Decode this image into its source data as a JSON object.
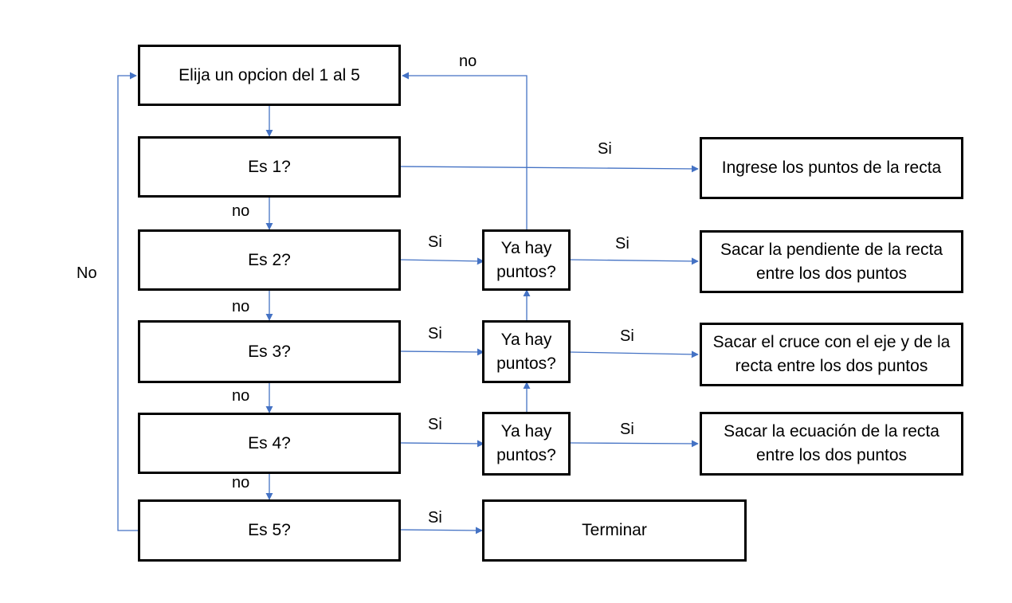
{
  "nodes": {
    "start": "Elija un opcion del 1 al 5",
    "q1": "Es 1?",
    "q2": "Es 2?",
    "q3": "Es 3?",
    "q4": "Es 4?",
    "q5": "Es 5?",
    "check2": "Ya hay puntos?",
    "check3": "Ya hay puntos?",
    "check4": "Ya hay puntos?",
    "action1": "Ingrese los puntos de la recta",
    "action2": "Sacar la pendiente de la recta entre los dos puntos",
    "action3": "Sacar el cruce con el eje y de la recta entre los dos puntos",
    "action4": "Sacar la ecuación de la recta entre los dos puntos",
    "action5": "Terminar"
  },
  "edges": {
    "q1_no": "no",
    "q2_no": "no",
    "q3_no": "no",
    "q4_no": "no",
    "q5_no": "No",
    "q1_si": "Si",
    "q2_si": "Si",
    "q3_si": "Si",
    "q4_si": "Si",
    "q5_si": "Si",
    "check2_si": "Si",
    "check3_si": "Si",
    "check4_si": "Si",
    "check2_no": "no"
  },
  "colors": {
    "connector": "#4472c4",
    "box_border": "#000000"
  }
}
